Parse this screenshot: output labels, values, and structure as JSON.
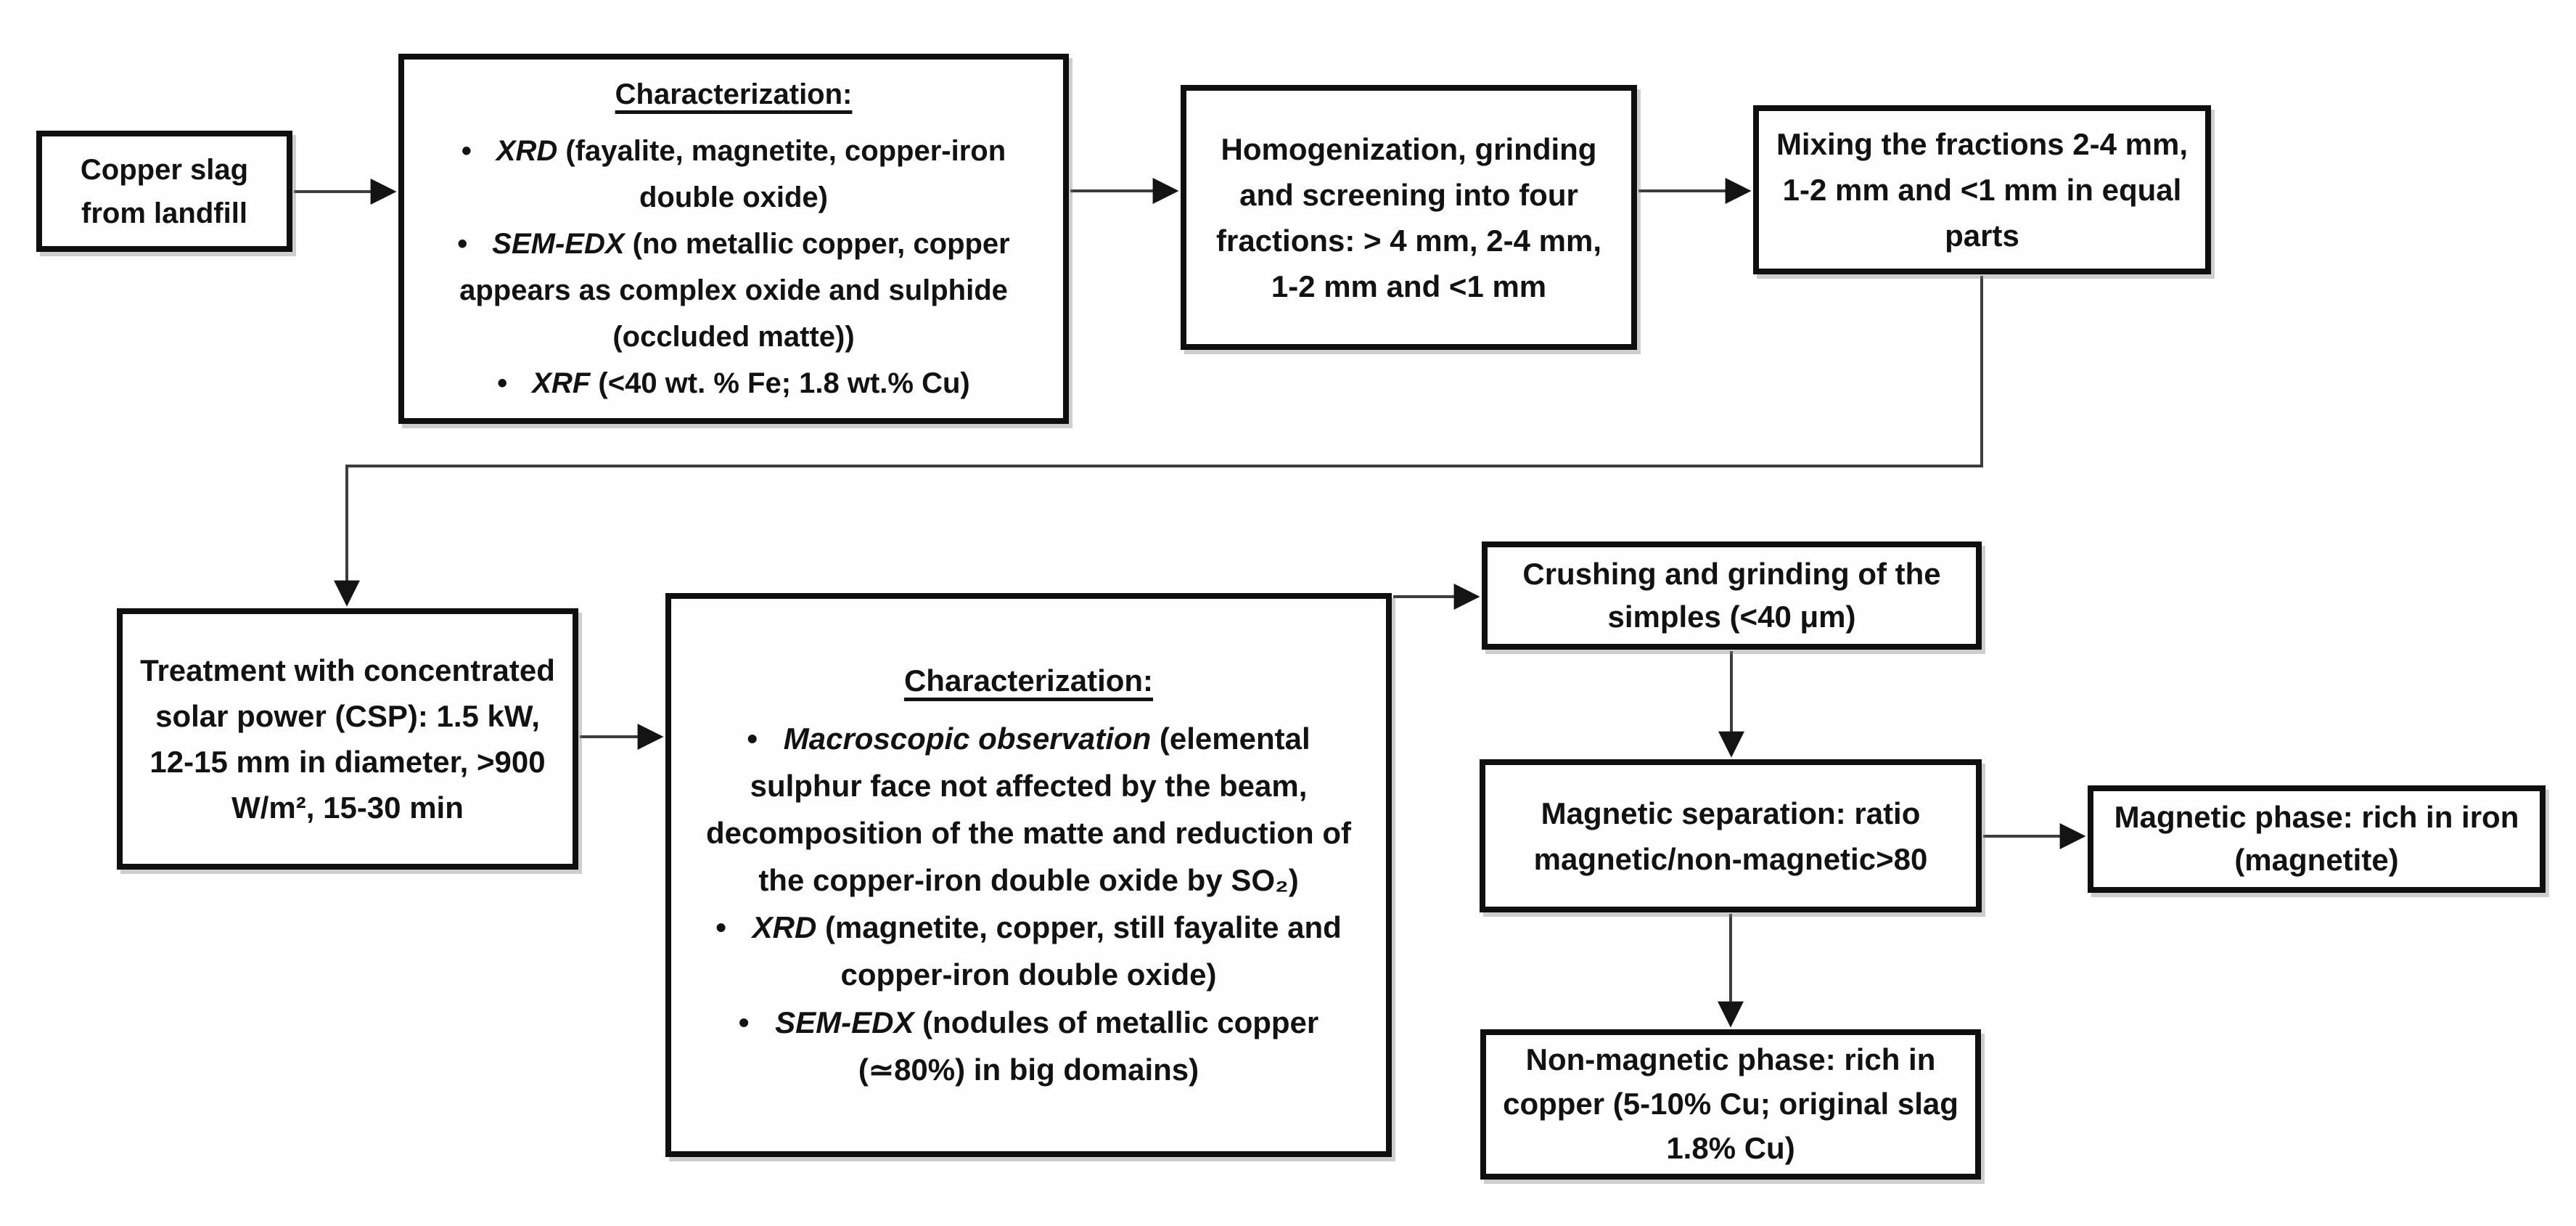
{
  "colors": {
    "background": "#ffffff",
    "box_fill": "#fefefe",
    "box_border": "#0f0f0f",
    "text": "#121212",
    "connector": "#3d3d3d",
    "arrowhead": "#141414"
  },
  "diagram": {
    "nodes": {
      "copper_slag": {
        "text": "Copper slag from landfill"
      },
      "characterization_1": {
        "title": "Characterization:",
        "bullets": [
          {
            "marker": "•",
            "method": "XRD",
            "detail": " (fayalite, magnetite, copper-iron double oxide)"
          },
          {
            "marker": "•",
            "method": "SEM-EDX",
            "detail": " (no metallic copper, copper appears as complex oxide and sulphide (occluded matte))"
          },
          {
            "marker": "•",
            "method": "XRF",
            "detail": " (<40 wt. % Fe; 1.8 wt.% Cu)"
          }
        ]
      },
      "homogenization": {
        "text": "Homogenization, grinding and screening into four fractions: > 4 mm, 2-4 mm, 1-2 mm and <1 mm"
      },
      "mixing": {
        "text": "Mixing the fractions 2-4 mm, 1-2 mm and <1 mm in equal parts"
      },
      "treatment": {
        "text": "Treatment with concentrated solar power (CSP): 1.5 kW, 12-15 mm in diameter, >900 W/m², 15-30 min"
      },
      "characterization_2": {
        "title": "Characterization:",
        "bullets": [
          {
            "marker": "•",
            "method": "Macroscopic observation",
            "detail": " (elemental sulphur face not affected by the beam, decomposition of the matte and reduction of the copper-iron double oxide by SO₂)"
          },
          {
            "marker": "•",
            "method": "XRD",
            "detail": " (magnetite, copper, still fayalite and copper-iron double oxide)"
          },
          {
            "marker": "•",
            "method": "SEM-EDX",
            "detail": " (nodules of metallic copper (≃80%) in big domains)"
          }
        ]
      },
      "crushing": {
        "text": "Crushing and grinding of the simples (<40 μm)"
      },
      "magnetic_separation": {
        "text": "Magnetic separation: ratio magnetic/non-magnetic>80"
      },
      "magnetic_phase": {
        "text": "Magnetic phase: rich in iron (magnetite)"
      },
      "non_magnetic_phase": {
        "text": "Non-magnetic phase: rich in copper (5-10% Cu; original slag 1.8% Cu)"
      }
    },
    "connections": [
      {
        "from": "copper_slag",
        "to": "characterization_1"
      },
      {
        "from": "characterization_1",
        "to": "homogenization"
      },
      {
        "from": "homogenization",
        "to": "mixing"
      },
      {
        "from": "mixing",
        "to": "treatment"
      },
      {
        "from": "treatment",
        "to": "characterization_2"
      },
      {
        "from": "characterization_2",
        "to": "crushing"
      },
      {
        "from": "crushing",
        "to": "magnetic_separation"
      },
      {
        "from": "magnetic_separation",
        "to": "magnetic_phase"
      },
      {
        "from": "magnetic_separation",
        "to": "non_magnetic_phase"
      }
    ]
  }
}
